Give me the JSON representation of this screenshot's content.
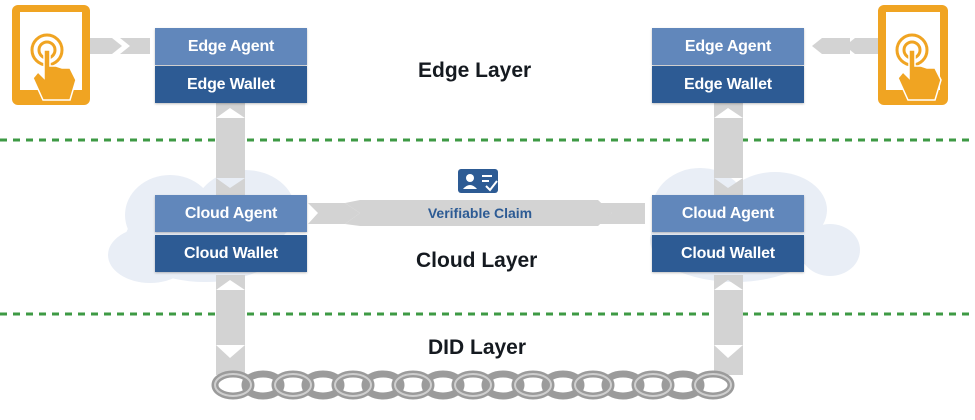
{
  "layers": {
    "edge": "Edge Layer",
    "cloud": "Cloud Layer",
    "did": "DID Layer"
  },
  "left_stack": {
    "edge_agent": "Edge Agent",
    "edge_wallet": "Edge Wallet",
    "cloud_agent": "Cloud Agent",
    "cloud_wallet": "Cloud Wallet"
  },
  "right_stack": {
    "edge_agent": "Edge Agent",
    "edge_wallet": "Edge Wallet",
    "cloud_agent": "Cloud Agent",
    "cloud_wallet": "Cloud Wallet"
  },
  "claim": {
    "label": "Verifiable Claim"
  },
  "colors": {
    "agent_box": "#6187bb",
    "wallet_box": "#2d5b94",
    "divider": "#3e9a44",
    "phone": "#f0a422",
    "connector": "#d3d3d3",
    "chain": "#9b9b9b"
  }
}
